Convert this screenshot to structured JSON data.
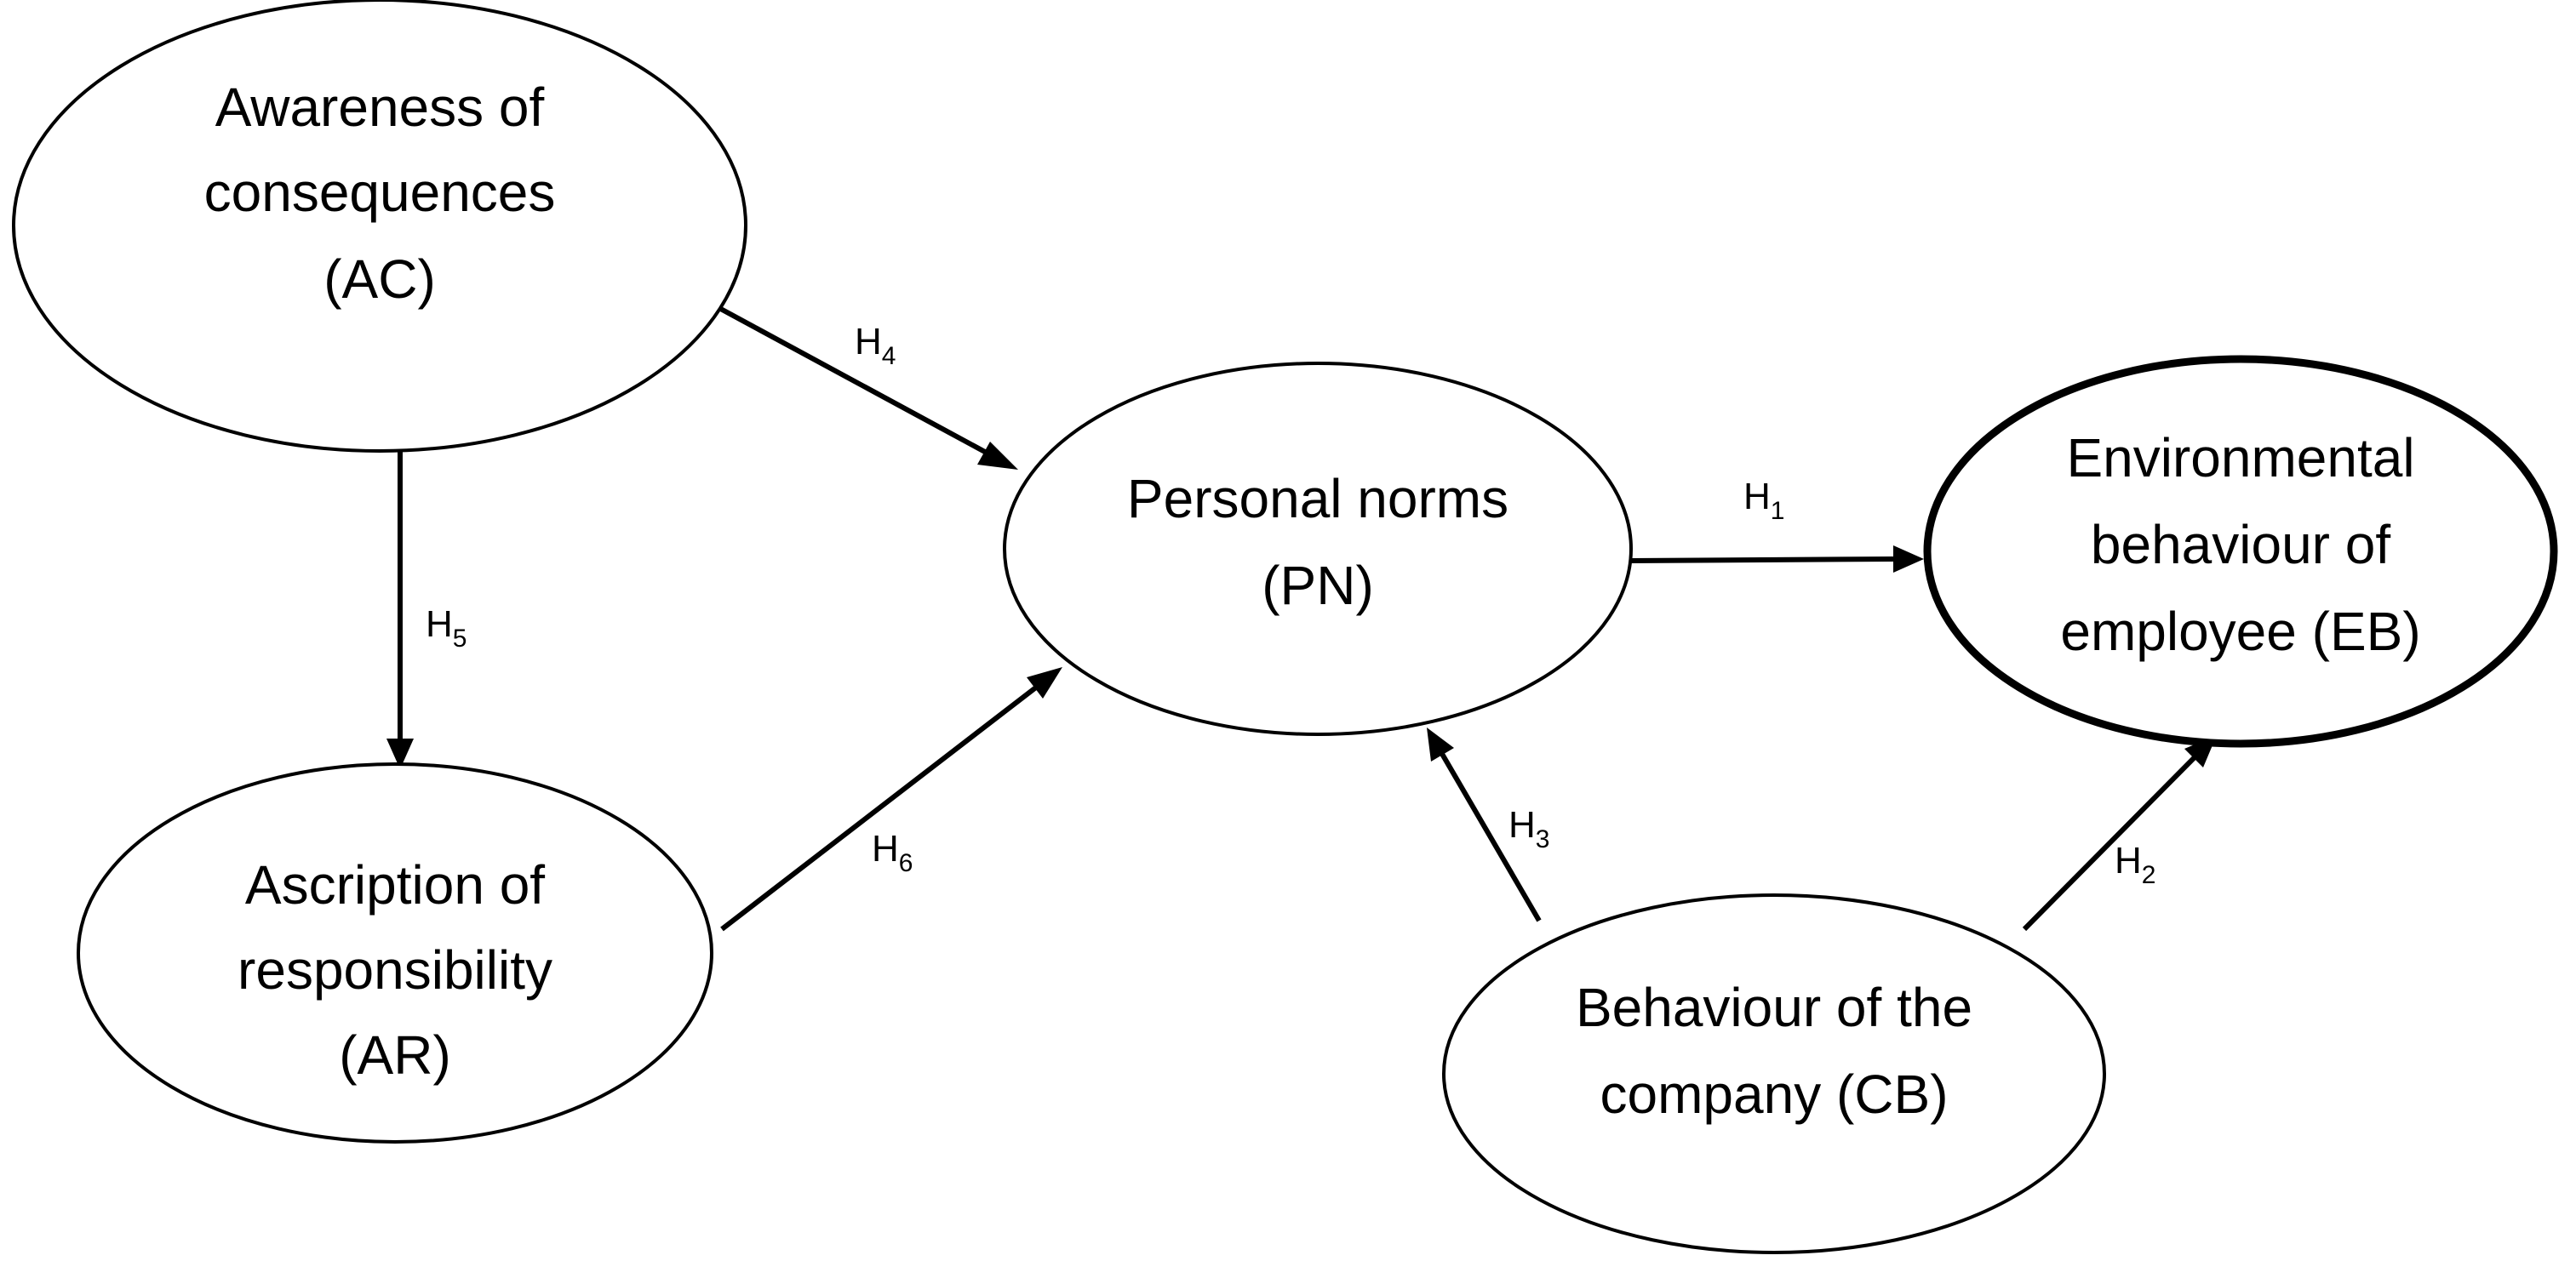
{
  "nodes": {
    "ac": {
      "lines": [
        "Awareness of",
        "consequences",
        "(AC)"
      ]
    },
    "ar": {
      "lines": [
        "Ascription of",
        "responsibility",
        "(AR)"
      ]
    },
    "pn": {
      "lines": [
        "Personal norms",
        "(PN)"
      ]
    },
    "eb": {
      "lines": [
        "Environmental",
        "behaviour of",
        "employee (EB)"
      ]
    },
    "cb": {
      "lines": [
        "Behaviour of the",
        "company (CB)"
      ]
    }
  },
  "edges": {
    "h1": {
      "base": "H",
      "sub": "1",
      "from": "pn",
      "to": "eb"
    },
    "h2": {
      "base": "H",
      "sub": "2",
      "from": "cb",
      "to": "eb"
    },
    "h3": {
      "base": "H",
      "sub": "3",
      "from": "cb",
      "to": "pn"
    },
    "h4": {
      "base": "H",
      "sub": "4",
      "from": "ac",
      "to": "pn"
    },
    "h5": {
      "base": "H",
      "sub": "5",
      "from": "ac",
      "to": "ar"
    },
    "h6": {
      "base": "H",
      "sub": "6",
      "from": "ar",
      "to": "pn"
    }
  },
  "colors": {
    "stroke": "#000000",
    "fill": "#ffffff",
    "text": "#000000"
  }
}
